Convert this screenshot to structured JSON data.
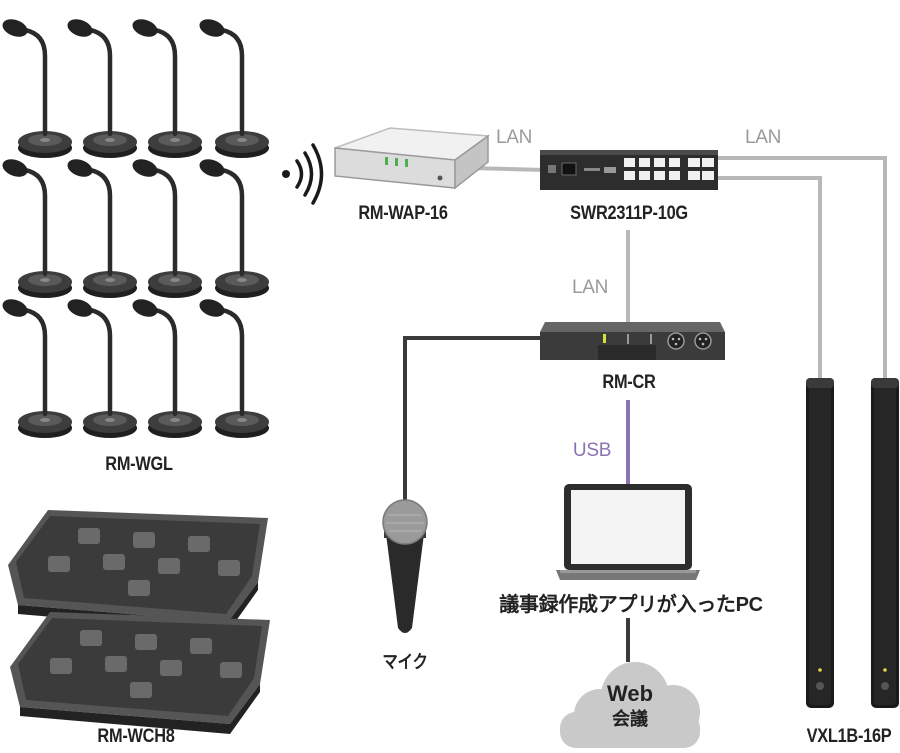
{
  "devices": {
    "rm_wgl": "RM-WGL",
    "rm_wch8": "RM-WCH8",
    "rm_wap16": "RM-WAP-16",
    "switch": "SWR2311P-10G",
    "rm_cr": "RM-CR",
    "mic": "マイク",
    "pc": "議事録作成アプリが入ったPC",
    "speaker": "VXL1B-16P"
  },
  "connections": {
    "lan_1": "LAN",
    "lan_2": "LAN",
    "lan_3": "LAN",
    "usb": "USB"
  },
  "cloud": {
    "line1": "Web",
    "line2": "会議"
  },
  "colors": {
    "lan_cable": "#b8b8b8",
    "usb_cable": "#8c72b3",
    "mic_cable": "#3a3a3a",
    "device_dark": "#2d2d2d",
    "cloud": "#c9c9c9"
  },
  "icons": [
    "wireless-signal-icon"
  ]
}
